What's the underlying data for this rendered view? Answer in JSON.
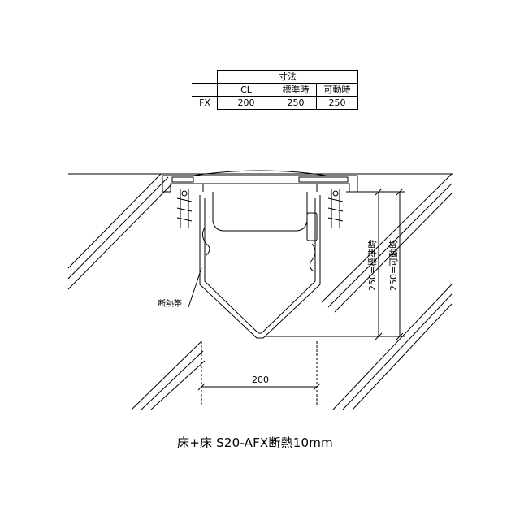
{
  "table": {
    "header": "寸法",
    "columns": [
      "CL",
      "標準時",
      "可動時"
    ],
    "row_label": "FX",
    "values": [
      "200",
      "250",
      "250"
    ]
  },
  "annotations": {
    "insulation_band": "断熱帯",
    "width_dim": "200",
    "standard_dim": "250=標準時",
    "movable_dim": "250=可動時"
  },
  "caption": "床+床 S20-AFX断熱10mm"
}
